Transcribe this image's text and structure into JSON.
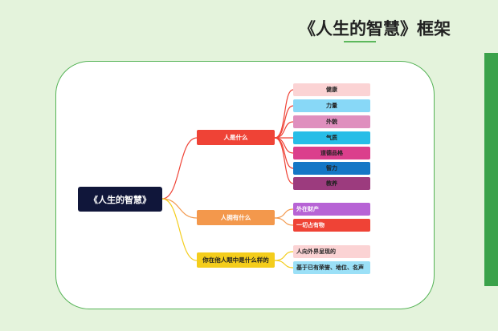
{
  "header": {
    "title": "《人生的智慧》框架"
  },
  "mindmap": {
    "root": "《人生的智慧》",
    "branches": [
      {
        "label": "人是什么",
        "children": [
          "健康",
          "力量",
          "外貌",
          "气质",
          "道德品格",
          "智力",
          "教养"
        ]
      },
      {
        "label": "人拥有什么",
        "children": [
          "外在财产",
          "一切占有物"
        ]
      },
      {
        "label": "你在他人眼中是什么样的",
        "children": [
          "人向外界呈现的",
          "基于已有荣誉、地位、名声"
        ]
      }
    ]
  },
  "colors": {
    "background": "#e4f3dc",
    "accent": "#3aa24a",
    "root": "#10163a",
    "branch1": "#ef4336",
    "branch2": "#f3984c",
    "branch3": "#f4cd1c"
  }
}
